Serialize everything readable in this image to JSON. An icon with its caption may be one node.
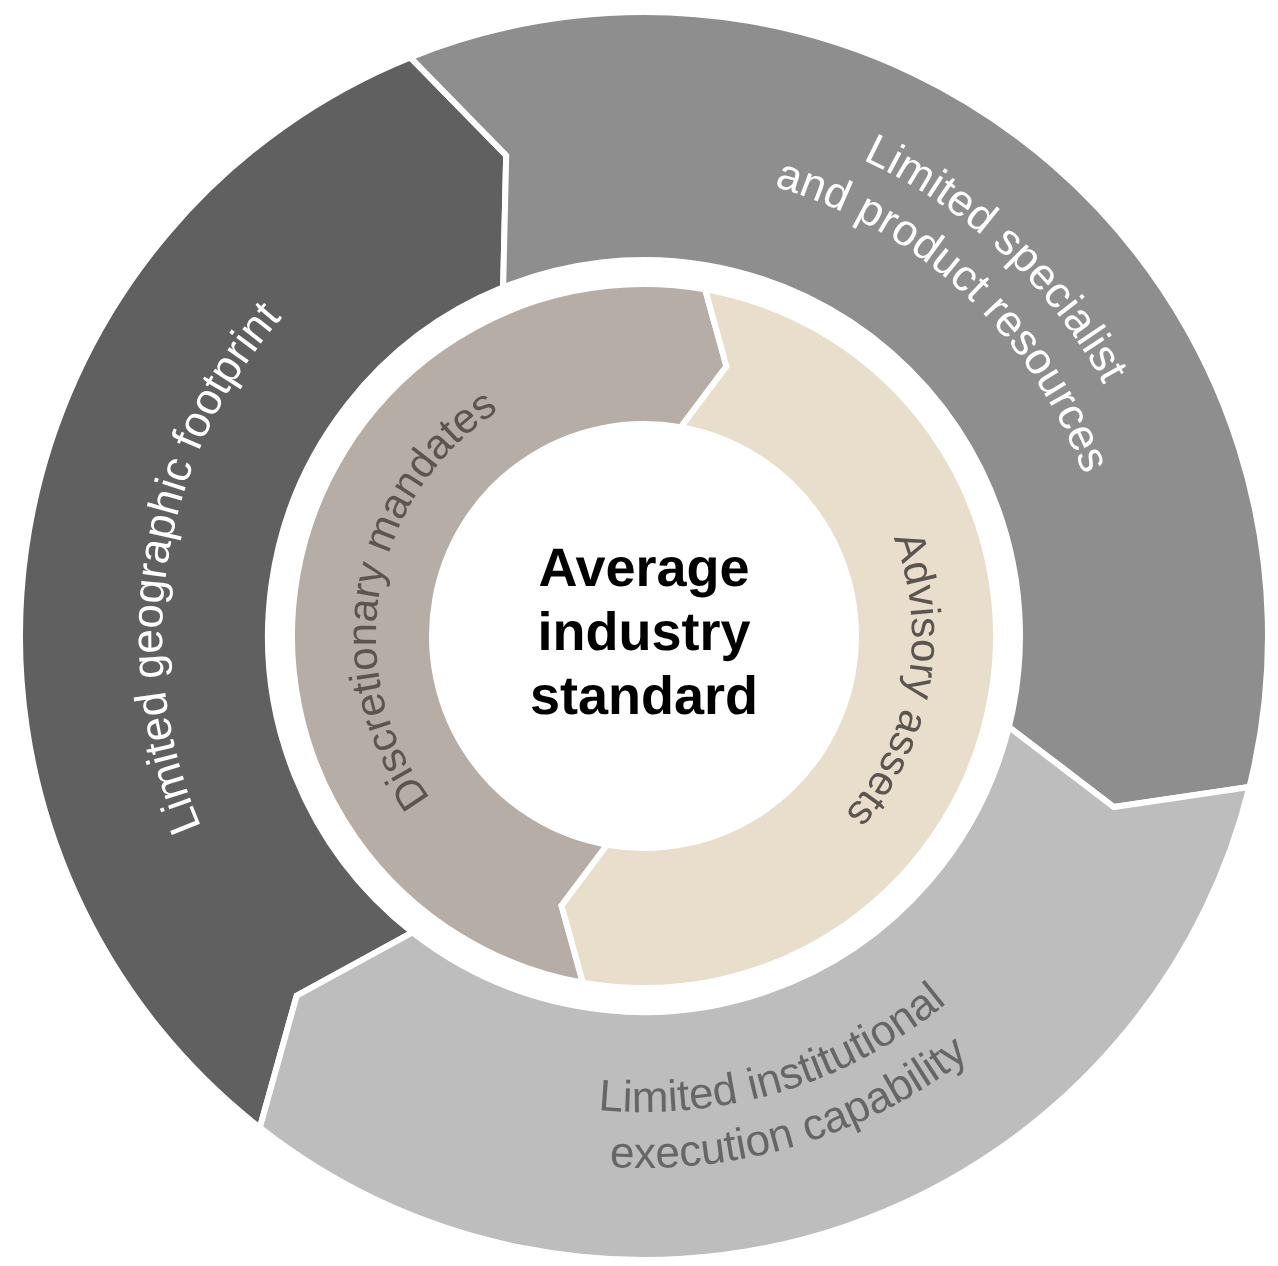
{
  "diagram": {
    "nodes": [
      {
        "text": [
          "Average industry standard"
        ]
      },
      {
        "text": [
          "Discretionary mandates"
        ]
      },
      {
        "text": [
          "Advisory assets"
        ]
      },
      {
        "text": [
          "Limited geographic footprint"
        ]
      },
      {
        "text": [
          "Limited specialist and product resources"
        ]
      },
      {
        "text": [
          "Limited institutional execution capability"
        ]
      }
    ]
  }
}
